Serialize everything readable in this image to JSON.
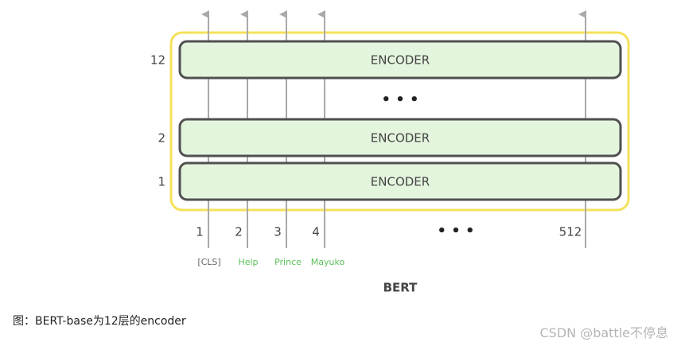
{
  "diagram": {
    "model_label": "BERT",
    "encoder_label": "ENCODER",
    "layers": [
      {
        "number": "12",
        "label": "ENCODER"
      },
      {
        "number": "2",
        "label": "ENCODER"
      },
      {
        "number": "1",
        "label": "ENCODER"
      }
    ],
    "layer_ellipsis": "• • •",
    "positions": [
      {
        "index": "1",
        "token": "[CLS]"
      },
      {
        "index": "2",
        "token": "Help"
      },
      {
        "index": "3",
        "token": "Prince"
      },
      {
        "index": "4",
        "token": "Mayuko"
      },
      {
        "index": "512",
        "token": ""
      }
    ],
    "position_ellipsis": "• • •",
    "colors": {
      "outer_border": "#f5e15a",
      "encoder_fill": "#e4f5de",
      "encoder_stroke": "#505050",
      "arrow": "#a9a9a9",
      "token_cls": "#666666",
      "token_word": "#5cc05c"
    }
  },
  "caption": "图：BERT-base为12层的encoder",
  "watermark": "CSDN @battle不停息"
}
